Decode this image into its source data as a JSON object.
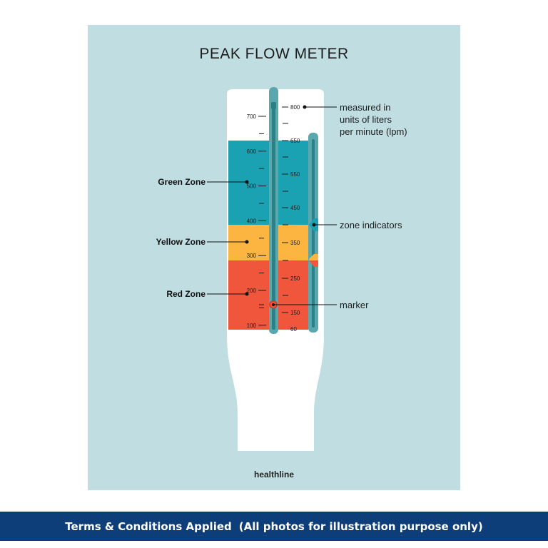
{
  "title": "PEAK FLOW METER",
  "brand": "healthline",
  "left_scale": [
    "700",
    "600",
    "500",
    "400",
    "300",
    "200",
    "100"
  ],
  "right_scale": [
    "800",
    "650",
    "550",
    "450",
    "350",
    "250",
    "150",
    "60"
  ],
  "zones": {
    "green": {
      "label": "Green Zone",
      "color": "#1aa2b2"
    },
    "yellow": {
      "label": "Yellow Zone",
      "color": "#fbb540"
    },
    "red": {
      "label": "Red Zone",
      "color": "#ef563c"
    }
  },
  "callouts": {
    "units_line1": "measured in",
    "units_line2": "units of liters",
    "units_line3": "per minute (lpm)",
    "zone_indicators": "zone indicators",
    "marker": "marker"
  },
  "footer": {
    "terms": "Terms & Conditions Applied",
    "note": "(All photos for illustration purpose only)"
  }
}
